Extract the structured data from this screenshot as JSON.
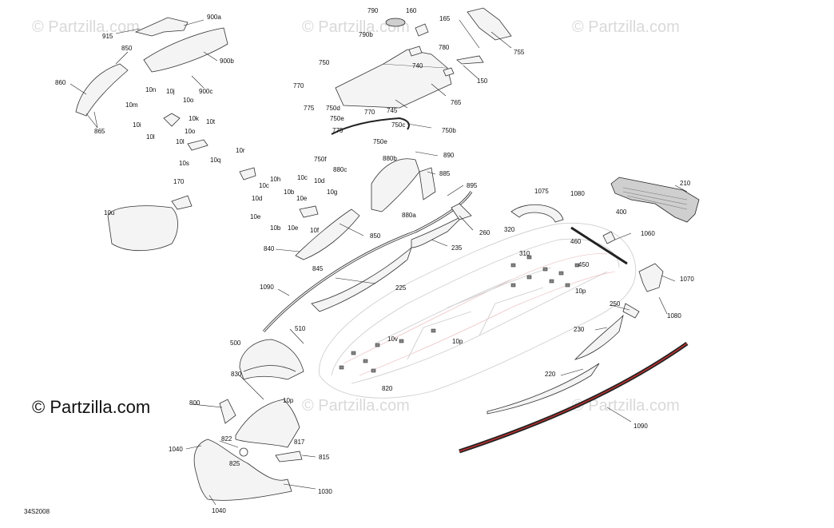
{
  "watermark": "© Partzilla.com",
  "copyright": "© Partzilla.com",
  "diagram_code": "34S2008",
  "callouts": [
    "915",
    "900a",
    "850",
    "860",
    "900b",
    "900c",
    "865",
    "10n",
    "10j",
    "10o",
    "10m",
    "10k",
    "10i",
    "10l",
    "10o",
    "10t",
    "10s",
    "10l",
    "170",
    "10u",
    "10r",
    "10q",
    "10h",
    "10c",
    "10c",
    "10b",
    "10d",
    "10g",
    "10d",
    "10e",
    "10e",
    "10b",
    "10e",
    "10f",
    "840",
    "845",
    "850",
    "790",
    "160",
    "165",
    "790b",
    "755",
    "750",
    "780",
    "740",
    "150",
    "770",
    "775",
    "750d",
    "770",
    "745",
    "765",
    "750e",
    "750c",
    "775",
    "750b",
    "750e",
    "750f",
    "890",
    "880b",
    "880c",
    "885",
    "895",
    "880a",
    "235",
    "260",
    "1075",
    "1080",
    "210",
    "400",
    "320",
    "460",
    "1060",
    "310",
    "450",
    "10p",
    "1070",
    "1090",
    "225",
    "510",
    "500",
    "250",
    "1080",
    "10v",
    "10p",
    "230",
    "830",
    "220",
    "820",
    "800",
    "10p",
    "1090",
    "822",
    "1040",
    "817",
    "815",
    "825",
    "1030",
    "1040"
  ]
}
